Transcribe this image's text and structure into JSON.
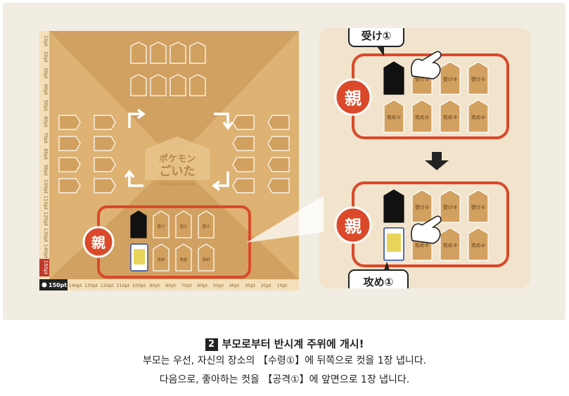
{
  "board": {
    "side_scale": [
      "10",
      "20",
      "30",
      "40",
      "50",
      "60",
      "70",
      "80",
      "90",
      "100",
      "110",
      "120",
      "130",
      "140",
      "150"
    ],
    "bottom_scale": [
      "140",
      "130",
      "120",
      "110",
      "100",
      "90",
      "80",
      "70",
      "60",
      "50",
      "40",
      "30",
      "20",
      "10"
    ],
    "side_highlight": "150",
    "bottom_highlight": "150",
    "unit": "pt",
    "logo_line1": "ポケモン",
    "logo_line2": "ごいた",
    "logo_sub": "POKEMON GOITA",
    "parent_label": "親",
    "my_slot_upper": "受け",
    "my_slot_lower": "攻め",
    "colors": {
      "board": "#d9ab68",
      "board_dark": "#c8945a",
      "accent": "#d9492a",
      "highlight": "#c0392b"
    }
  },
  "diagram": {
    "top_callout": "受け①",
    "bottom_callout": "攻め①",
    "parent_label": "親",
    "top_upper_slots": [
      "受け②",
      "受け③",
      "受け④"
    ],
    "top_lower_slots": [
      "攻め①",
      "攻め②",
      "攻め③",
      "攻め④"
    ],
    "bottom_upper_slots": [
      "受け②",
      "受け③",
      "受け④"
    ],
    "bottom_lower_slots": [
      "攻め②",
      "攻め③",
      "攻め④"
    ]
  },
  "caption": {
    "step_number": "2",
    "title": "부모로부터 반시계 주위에 개시!",
    "line1": "부모는 우선, 자신의 장소의 【수령①】에 뒤쪽으로 컷을 1장 냅니다.",
    "line2": "다음으로, 좋아하는 컷을 【공격①】에 앞면으로 1장 냅니다."
  }
}
